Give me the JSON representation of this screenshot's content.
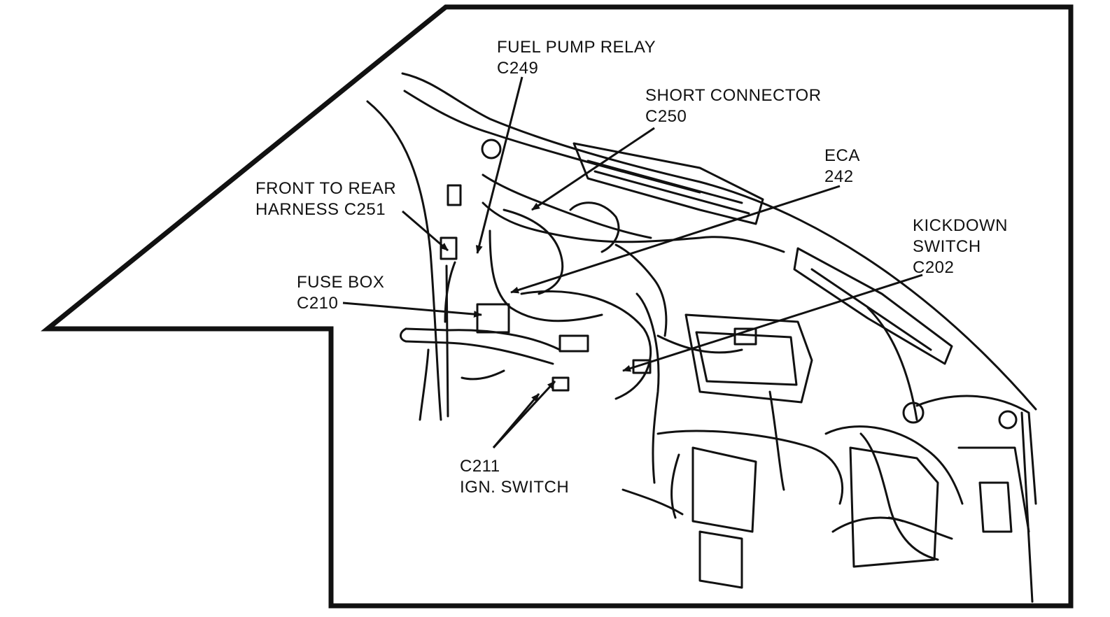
{
  "colors": {
    "ink": "#111111",
    "background": "#ffffff"
  },
  "callouts": {
    "fuel_pump_relay": {
      "line1": "FUEL PUMP RELAY",
      "line2": "C249"
    },
    "short_connector": {
      "line1": "SHORT CONNECTOR",
      "line2": "C250"
    },
    "eca": {
      "line1": "ECA",
      "line2": "242"
    },
    "front_to_rear": {
      "line1": "FRONT TO REAR",
      "line2": "HARNESS C251"
    },
    "fuse_box": {
      "line1": "FUSE BOX",
      "line2": "C210"
    },
    "kickdown": {
      "line1": "KICKDOWN",
      "line2": "SWITCH",
      "line3": "C202"
    },
    "ign_switch": {
      "line1": "C211",
      "line2": "IGN. SWITCH"
    }
  }
}
